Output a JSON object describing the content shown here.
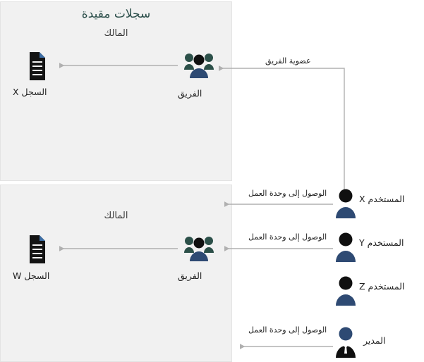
{
  "diagram": {
    "title": "سجلات مقيدة",
    "direction": "rtl",
    "colors": {
      "panel_bg": "#f1f1f1",
      "panel_border": "#e3e3e3",
      "title_text": "#2c4f4b",
      "body_text": "#222222",
      "connector": "#b0b0b0",
      "person_body": "#2e4a73",
      "person_head": "#101010",
      "team_side": "#2c5049",
      "manager_head": "#2e4a73",
      "manager_suit": "#101010",
      "document": "#141414"
    }
  },
  "panels": [
    {
      "name": "restricted-records",
      "title": "سجلات مقيدة",
      "owner_label": "المالك",
      "record_label": "السجل X",
      "team_label": "الفريق"
    },
    {
      "name": "owner-records",
      "title": "",
      "owner_label": "المالك",
      "record_label": "السجل W",
      "team_label": "الفريق"
    }
  ],
  "users": [
    {
      "name": "user-x",
      "label": "المستخدم X",
      "icon": "person-icon",
      "edge_label": "الوصول إلى وحدة العمل",
      "has_edge": true
    },
    {
      "name": "user-y",
      "label": "المستخدم Y",
      "icon": "person-icon",
      "edge_label": "الوصول إلى وحدة العمل",
      "has_edge": true
    },
    {
      "name": "user-z",
      "label": "المستخدم Z",
      "icon": "person-icon",
      "edge_label": "",
      "has_edge": false
    },
    {
      "name": "manager",
      "label": "المدير",
      "icon": "manager-icon",
      "edge_label": "الوصول إلى وحدة العمل",
      "has_edge": true
    }
  ],
  "edges": {
    "membership_label": "عضوية الفريق",
    "access_label": "الوصول إلى وحدة العمل",
    "owner_label": "المالك"
  },
  "icons": {
    "document": "document-icon",
    "team": "team-icon",
    "person": "person-icon",
    "manager": "manager-icon"
  }
}
